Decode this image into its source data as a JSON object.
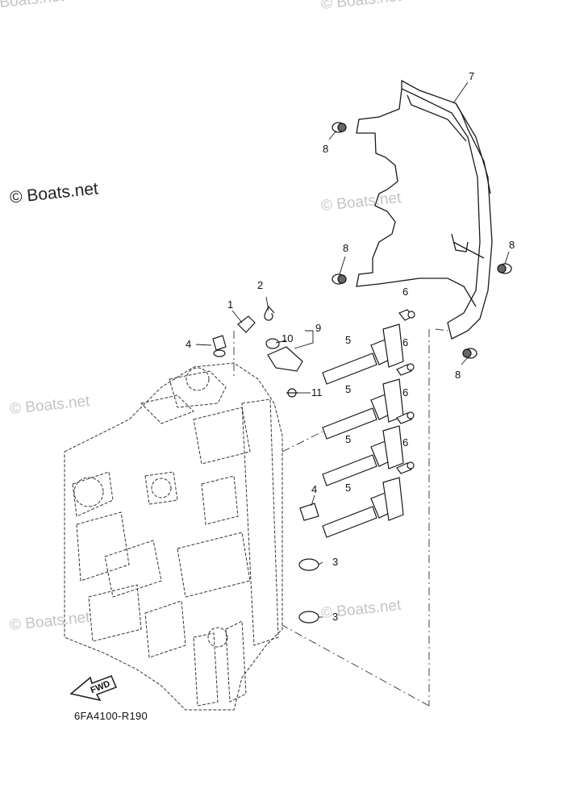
{
  "watermark": {
    "main": "© Boats.net",
    "faint": "© Boats.net"
  },
  "callouts": [
    "1",
    "2",
    "3",
    "3",
    "4",
    "4",
    "5",
    "5",
    "5",
    "5",
    "6",
    "6",
    "6",
    "6",
    "7",
    "8",
    "8",
    "8",
    "8",
    "9",
    "10",
    "11"
  ],
  "fwd_label": "FWD",
  "drawing_code": "6FA4100-R190",
  "line_color": "#1a1a1a",
  "dash_color": "#333333"
}
